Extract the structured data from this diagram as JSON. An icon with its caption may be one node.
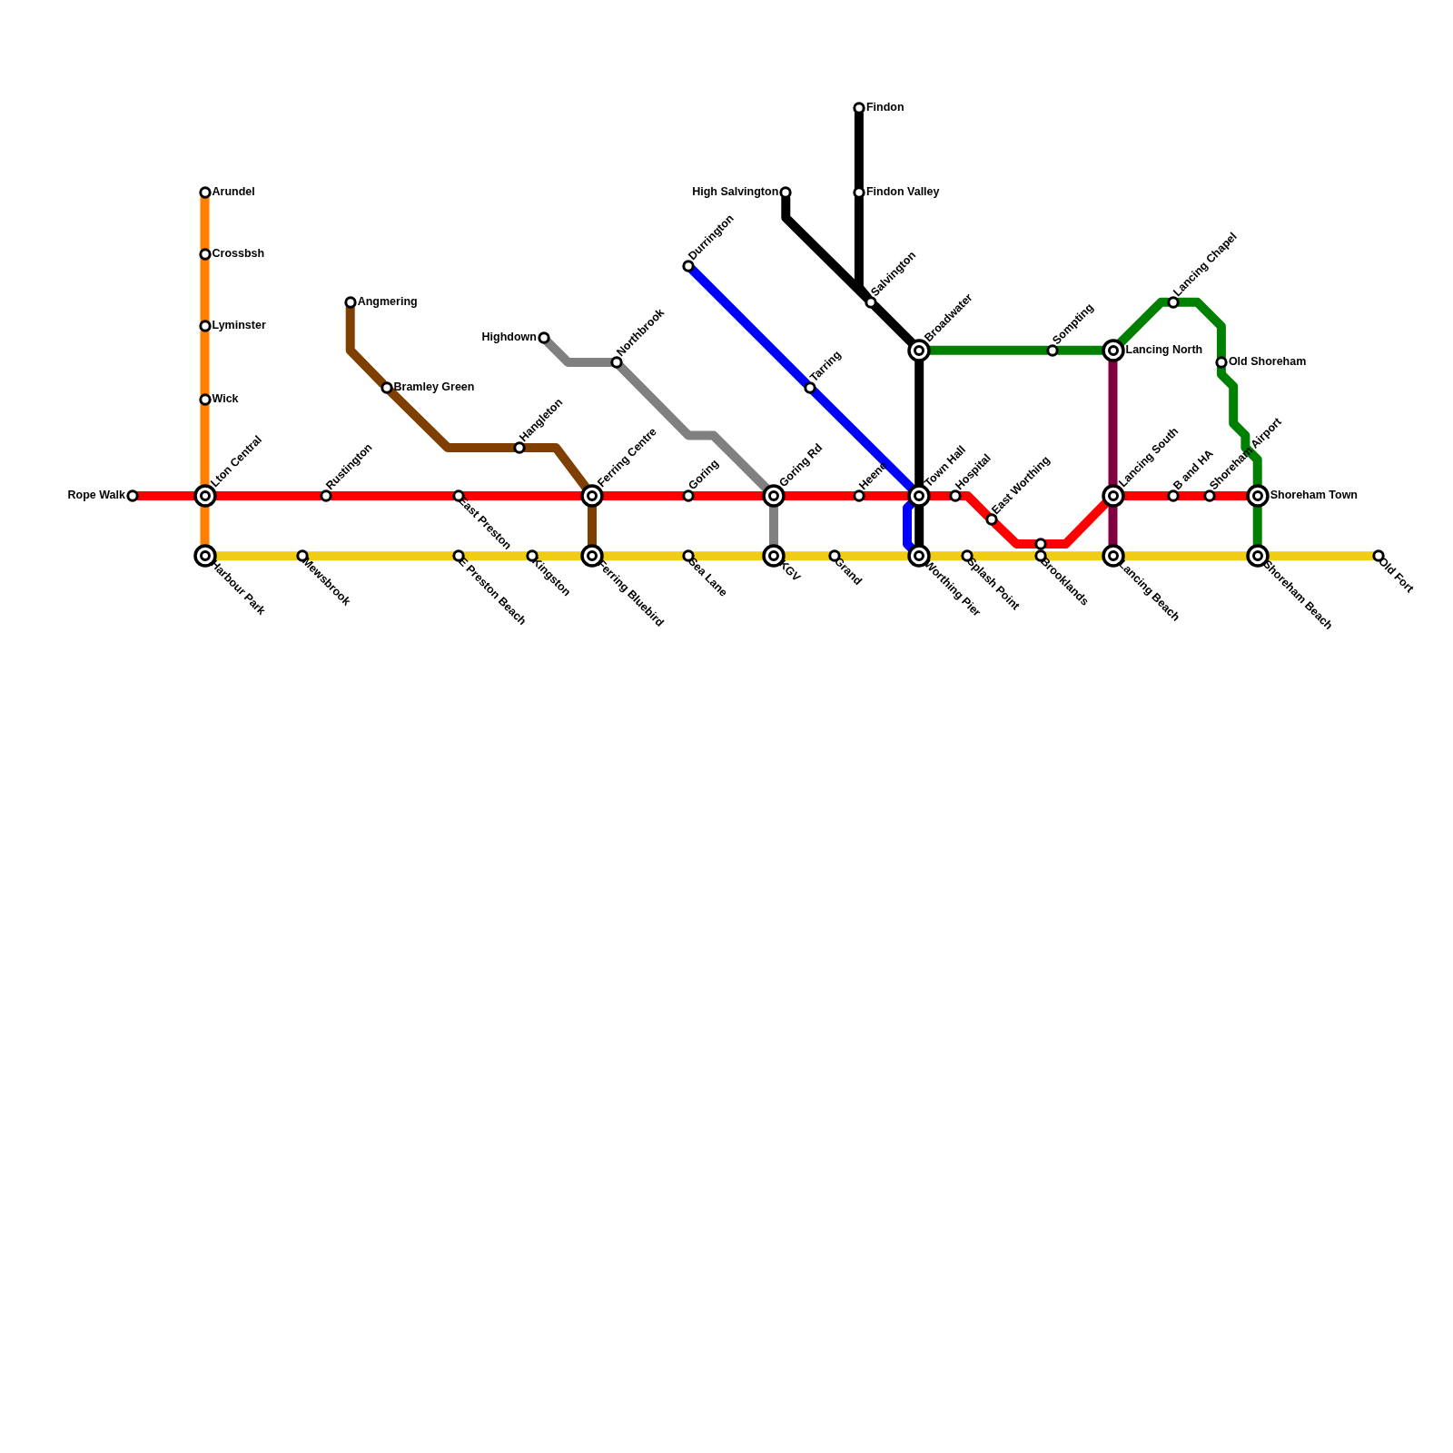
{
  "diagram": {
    "nodes": [
      {
        "text": [
          "Rope Walk"
        ]
      },
      {
        "text": [
          "Lton Central"
        ]
      },
      {
        "text": [
          "Arundel"
        ]
      },
      {
        "text": [
          "Crossbsh"
        ]
      },
      {
        "text": [
          "Lyminster"
        ]
      },
      {
        "text": [
          "Wick"
        ]
      },
      {
        "text": [
          "Harbour Park"
        ]
      },
      {
        "text": [
          "Mewsbrook"
        ]
      },
      {
        "text": [
          "Rustington"
        ]
      },
      {
        "text": [
          "Angmering"
        ]
      },
      {
        "text": [
          "Bramley Green"
        ]
      },
      {
        "text": [
          "East Preston"
        ]
      },
      {
        "text": [
          "E Preston Beach"
        ]
      },
      {
        "text": [
          "Hangleton"
        ]
      },
      {
        "text": [
          "Kingston"
        ]
      },
      {
        "text": [
          "Highdown"
        ]
      },
      {
        "text": [
          "Northbrook"
        ]
      },
      {
        "text": [
          "Ferring Centre"
        ]
      },
      {
        "text": [
          "Ferring Bluebird"
        ]
      },
      {
        "text": [
          "Durrington"
        ]
      },
      {
        "text": [
          "Goring"
        ]
      },
      {
        "text": [
          "Sea Lane"
        ]
      },
      {
        "text": [
          "Goring Rd"
        ]
      },
      {
        "text": [
          "KGV"
        ]
      },
      {
        "text": [
          "High Salvington"
        ]
      },
      {
        "text": [
          "Findon"
        ]
      },
      {
        "text": [
          "Findon Valley"
        ]
      },
      {
        "text": [
          "Salvington"
        ]
      },
      {
        "text": [
          "Tarring"
        ]
      },
      {
        "text": [
          "Heene"
        ]
      },
      {
        "text": [
          "Grand"
        ]
      },
      {
        "text": [
          "Broadwater"
        ]
      },
      {
        "text": [
          "Town Hall"
        ]
      },
      {
        "text": [
          "Worthing Pier"
        ]
      },
      {
        "text": [
          "Hospital"
        ]
      },
      {
        "text": [
          "Splash Point"
        ]
      },
      {
        "text": [
          "East Worthing"
        ]
      },
      {
        "text": [
          "Sompting"
        ]
      },
      {
        "text": [
          "Brooklands"
        ]
      },
      {
        "text": [
          "Lancing North"
        ]
      },
      {
        "text": [
          "Lancing South"
        ]
      },
      {
        "text": [
          "Lancing Beach"
        ]
      },
      {
        "text": [
          "Lancing Chapel"
        ]
      },
      {
        "text": [
          "Old Shoreham"
        ]
      },
      {
        "text": [
          "B and HA"
        ]
      },
      {
        "text": [
          "Shoreham Airport"
        ]
      },
      {
        "text": [
          "Shoreham Town"
        ]
      },
      {
        "text": [
          "Shoreham Beach"
        ]
      },
      {
        "text": [
          "Old Fort"
        ]
      }
    ],
    "edges": [
      {
        "from": 0,
        "to": 1,
        "arrow": "none",
        "color": "#ff0000"
      },
      {
        "from": 1,
        "to": 8,
        "arrow": "none",
        "color": "#ff0000"
      },
      {
        "from": 8,
        "to": 11,
        "arrow": "none",
        "color": "#ff0000"
      },
      {
        "from": 11,
        "to": 17,
        "arrow": "none",
        "color": "#ff0000"
      },
      {
        "from": 17,
        "to": 20,
        "arrow": "none",
        "color": "#ff0000"
      },
      {
        "from": 20,
        "to": 22,
        "arrow": "none",
        "color": "#ff0000"
      },
      {
        "from": 22,
        "to": 29,
        "arrow": "none",
        "color": "#ff0000"
      },
      {
        "from": 29,
        "to": 32,
        "arrow": "none",
        "color": "#ff0000"
      },
      {
        "from": 32,
        "to": 34,
        "arrow": "none",
        "color": "#ff0000"
      },
      {
        "from": 34,
        "to": 36,
        "arrow": "none",
        "color": "#ff0000"
      },
      {
        "from": 36,
        "to": 38,
        "arrow": "none",
        "color": "#ff0000"
      },
      {
        "from": 38,
        "to": 40,
        "arrow": "none",
        "color": "#ff0000"
      },
      {
        "from": 40,
        "to": 44,
        "arrow": "none",
        "color": "#ff0000"
      },
      {
        "from": 44,
        "to": 45,
        "arrow": "none",
        "color": "#ff0000"
      },
      {
        "from": 45,
        "to": 46,
        "arrow": "none",
        "color": "#ff0000"
      },
      {
        "from": 2,
        "to": 3,
        "arrow": "none",
        "color": "#ff8000"
      },
      {
        "from": 3,
        "to": 4,
        "arrow": "none",
        "color": "#ff8000"
      },
      {
        "from": 4,
        "to": 5,
        "arrow": "none",
        "color": "#ff8000"
      },
      {
        "from": 5,
        "to": 1,
        "arrow": "none",
        "color": "#ff8000"
      },
      {
        "from": 1,
        "to": 6,
        "arrow": "none",
        "color": "#ff8000"
      },
      {
        "from": 6,
        "to": 7,
        "arrow": "none",
        "color": "#f0cc14"
      },
      {
        "from": 7,
        "to": 12,
        "arrow": "none",
        "color": "#f0cc14"
      },
      {
        "from": 12,
        "to": 14,
        "arrow": "none",
        "color": "#f0cc14"
      },
      {
        "from": 14,
        "to": 18,
        "arrow": "none",
        "color": "#f0cc14"
      },
      {
        "from": 18,
        "to": 21,
        "arrow": "none",
        "color": "#f0cc14"
      },
      {
        "from": 21,
        "to": 23,
        "arrow": "none",
        "color": "#f0cc14"
      },
      {
        "from": 23,
        "to": 30,
        "arrow": "none",
        "color": "#f0cc14"
      },
      {
        "from": 30,
        "to": 33,
        "arrow": "none",
        "color": "#f0cc14"
      },
      {
        "from": 33,
        "to": 35,
        "arrow": "none",
        "color": "#f0cc14"
      },
      {
        "from": 35,
        "to": 38,
        "arrow": "none",
        "color": "#f0cc14"
      },
      {
        "from": 38,
        "to": 41,
        "arrow": "none",
        "color": "#f0cc14"
      },
      {
        "from": 41,
        "to": 47,
        "arrow": "none",
        "color": "#f0cc14"
      },
      {
        "from": 47,
        "to": 48,
        "arrow": "none",
        "color": "#f0cc14"
      },
      {
        "from": 9,
        "to": 10,
        "arrow": "none",
        "color": "#7f3f00"
      },
      {
        "from": 10,
        "to": 13,
        "arrow": "none",
        "color": "#7f3f00"
      },
      {
        "from": 13,
        "to": 17,
        "arrow": "none",
        "color": "#7f3f00"
      },
      {
        "from": 17,
        "to": 18,
        "arrow": "none",
        "color": "#7f3f00"
      },
      {
        "from": 15,
        "to": 16,
        "arrow": "none",
        "color": "#808080"
      },
      {
        "from": 16,
        "to": 22,
        "arrow": "none",
        "color": "#808080"
      },
      {
        "from": 22,
        "to": 23,
        "arrow": "none",
        "color": "#808080"
      },
      {
        "from": 19,
        "to": 28,
        "arrow": "none",
        "color": "#0000ff"
      },
      {
        "from": 28,
        "to": 32,
        "arrow": "none",
        "color": "#0000ff"
      },
      {
        "from": 32,
        "to": 33,
        "arrow": "none",
        "color": "#0000ff"
      },
      {
        "from": 25,
        "to": 26,
        "arrow": "none",
        "color": "#000000"
      },
      {
        "from": 26,
        "to": 27,
        "arrow": "none",
        "color": "#000000"
      },
      {
        "from": 24,
        "to": 27,
        "arrow": "none",
        "color": "#000000"
      },
      {
        "from": 27,
        "to": 31,
        "arrow": "none",
        "color": "#000000"
      },
      {
        "from": 31,
        "to": 32,
        "arrow": "none",
        "color": "#000000"
      },
      {
        "from": 32,
        "to": 33,
        "arrow": "none",
        "color": "#000000"
      },
      {
        "from": 31,
        "to": 37,
        "arrow": "none",
        "color": "#008000"
      },
      {
        "from": 37,
        "to": 39,
        "arrow": "none",
        "color": "#008000"
      },
      {
        "from": 39,
        "to": 42,
        "arrow": "none",
        "color": "#008000"
      },
      {
        "from": 42,
        "to": 43,
        "arrow": "none",
        "color": "#008000"
      },
      {
        "from": 43,
        "to": 46,
        "arrow": "none",
        "color": "#008000"
      },
      {
        "from": 46,
        "to": 47,
        "arrow": "none",
        "color": "#008000"
      },
      {
        "from": 39,
        "to": 40,
        "arrow": "none",
        "color": "#800040"
      },
      {
        "from": 40,
        "to": 41,
        "arrow": "none",
        "color": "#800040"
      }
    ]
  }
}
